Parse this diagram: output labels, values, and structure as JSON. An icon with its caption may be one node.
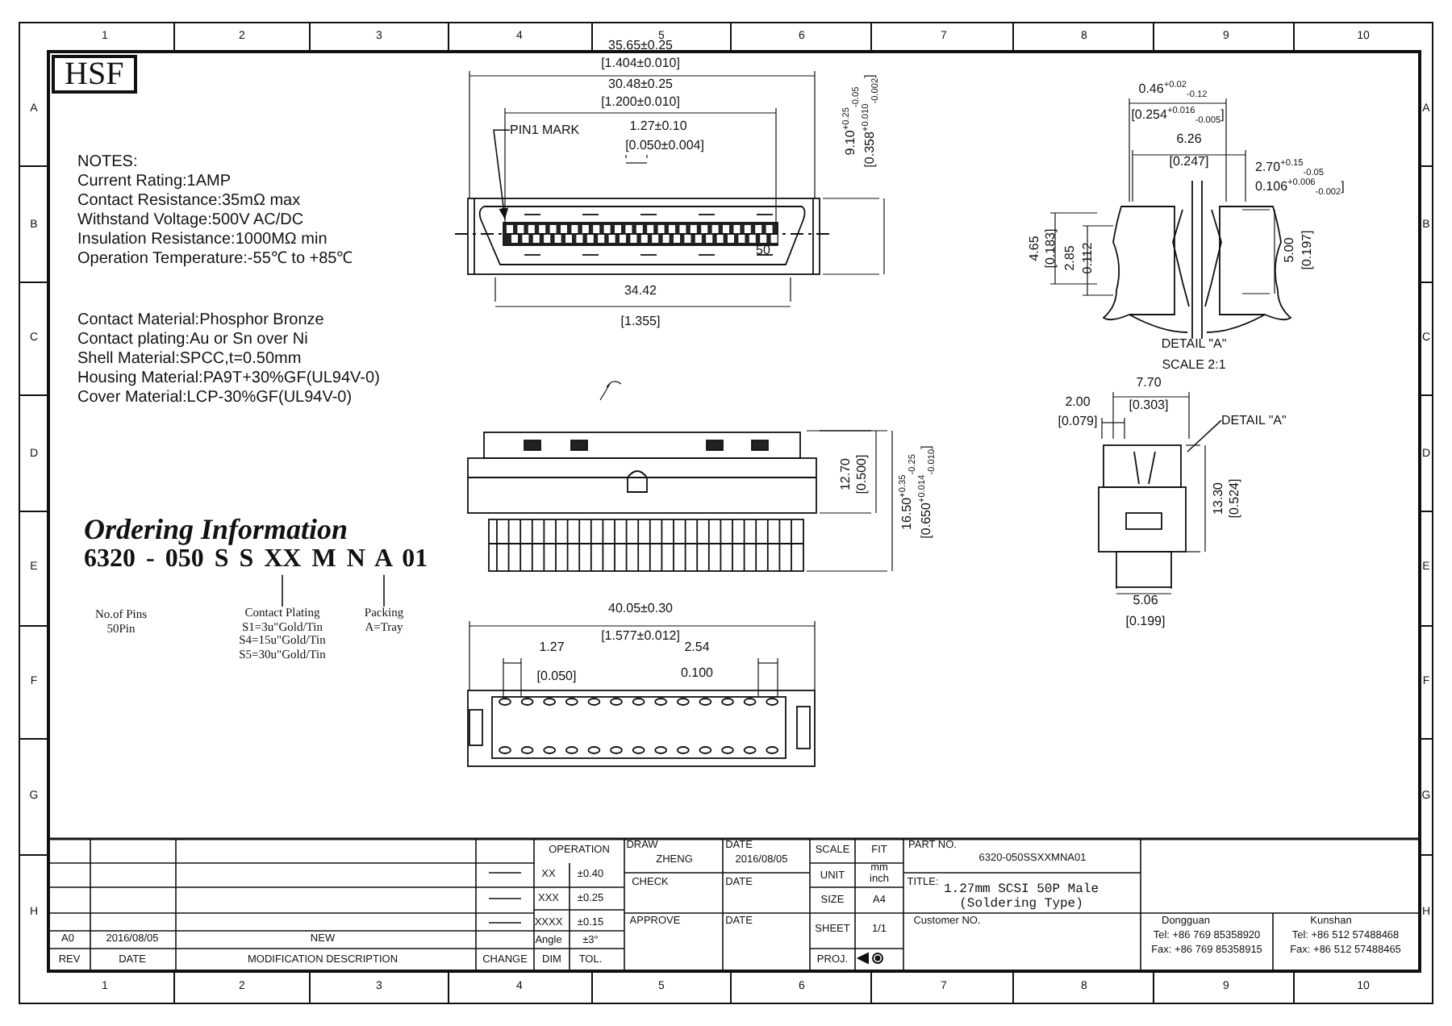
{
  "diagram": {
    "nodes": [
      {
        "text": [
          "PIN1 MARK"
        ]
      },
      {
        "text": [
          "DETAIL \"A\""
        ]
      },
      {
        "text": [
          "6320 - 050 S S XX M N A 01"
        ]
      },
      {
        "text": [
          "Contact Plating",
          "S1=3u\"Gold/Tin S4=15u\"Gold/Tin S5=30u\"Gold/Tin"
        ]
      },
      {
        "text": [
          "Packing",
          "A=Tray"
        ]
      }
    ],
    "edges": [
      {
        "from": 0,
        "to": null,
        "arrow": "to"
      },
      {
        "from": 1,
        "to": null,
        "arrow": "none"
      },
      {
        "from": 2,
        "to": 3,
        "arrow": "none"
      },
      {
        "from": 2,
        "to": 4,
        "arrow": "none"
      }
    ],
    "labels": [
      "HSF",
      "1",
      "2",
      "3",
      "4",
      "5",
      "6",
      "7",
      "8",
      "9",
      "10",
      "A",
      "B",
      "C",
      "D",
      "E",
      "F",
      "G",
      "H",
      "A",
      "B",
      "C",
      "D",
      "E",
      "F",
      "G",
      "H",
      "NOTES:",
      "Current Rating:1AMP",
      "Contact Resistance:35mΩ max",
      "Withstand Voltage:500V AC/DC",
      "Insulation Resistance:1000MΩ min",
      "Operation Temperature:-55℃ to +85℃",
      "Contact Material:Phosphor Bronze",
      "Contact plating:Au or Sn over Ni",
      "Shell Material:SPCC,t=0.50mm",
      "Housing Material:PA9T+30%GF(UL94V-0)",
      "Cover Material:LCP-30%GF(UL94V-0)",
      "Ordering Information",
      "No.of Pins",
      "50Pin",
      "35.65±0.25",
      "[1.404±0.010]",
      "30.48±0.25",
      "[1.200±0.010]",
      "1.27±0.10",
      "[0.050±0.004]",
      "50",
      "9.10$^{+0.25}$$_{-0.05}$",
      "[0.358$^{+0.010}$$_{-0.002}$]",
      "34.42",
      "[1.355]",
      "0.46$^{+0.02}$$_{-0.12}$",
      "[0.254$^{+0.016}$$_{-0.005}$]",
      "6.26",
      "[0.247]",
      "2.70$^{+0.15}$$_{-0.05}$",
      "0.106$^{+0.006}$$_{-0.002}$]",
      "4.65",
      "[0.183]",
      "2.85",
      "0.112",
      "5.00",
      "[0.197]",
      "DETAIL \"A\"",
      "SCALE 2:1",
      "12.70",
      "[0.500]",
      "16.50$^{+0.35}$$_{-0.25}$",
      "[0.650$^{+0.014}$$_{-0.010}$]",
      "7.70",
      "2.00",
      "[0.303]",
      "[0.079]",
      "13.30",
      "[0.524]",
      "5.06",
      "[0.199]",
      "40.05±0.30",
      "[1.577±0.012]",
      "1.27",
      "[0.050]",
      "2.54",
      "0.100",
      "OPERATION",
      "DRAW",
      "ZHENG",
      "DATE",
      "2016/08/05",
      "SCALE",
      "FIT",
      "PART NO.",
      "6320-050SSXXMNA01",
      "XX",
      "±0.40",
      "UNIT",
      "mm",
      "inch",
      "XXX",
      "±0.25",
      "CHECK",
      "DATE",
      "TITLE:",
      "1.27mm SCSI 50P Male (Soldering Type)",
      "SIZE",
      "A4",
      "Dongguan",
      "Kunshan",
      "A0",
      "2016/08/05",
      "NEW",
      "XXXX",
      "±0.15",
      "SHEET",
      "1/1",
      "Tel: +86 769 85358920",
      "Tel: +86 512 57488468",
      "Angle",
      "±3°",
      "APPROVE",
      "DATE",
      "Customer NO.",
      "Fax: +86 769 85358915",
      "Fax: +86 512 57488465",
      "REV",
      "DATE",
      "MODIFICATION DESCRIPTION",
      "CHANGE",
      "DIM",
      "TOL.",
      "PROJ.",
      "1",
      "2",
      "3",
      "4",
      "5",
      "6",
      "7",
      "8",
      "9",
      "10"
    ]
  }
}
